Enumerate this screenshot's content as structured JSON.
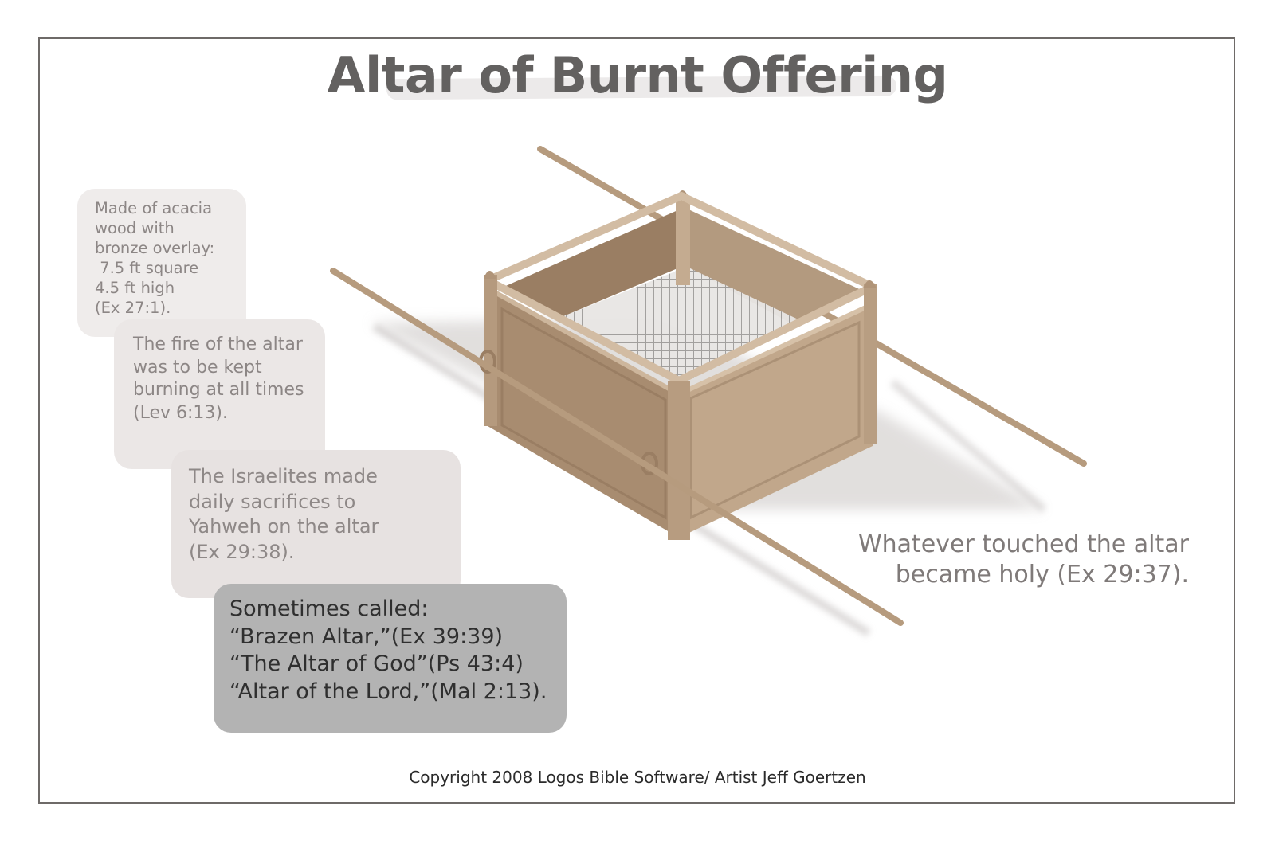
{
  "title": "Altar of Burnt Offering",
  "notes": {
    "material": [
      "Made of acacia",
      "wood with",
      "bronze overlay:",
      " 7.5 ft square",
      "4.5 ft high",
      "(Ex 27:1)."
    ],
    "fire": [
      "The fire of the altar",
      "was to be kept",
      "burning at all times",
      "(Lev 6:13)."
    ],
    "sacrifices": [
      "The Israelites made",
      "daily sacrifices to",
      "Yahweh on the altar",
      "(Ex 29:38)."
    ],
    "names": [
      "Sometimes called:",
      "“Brazen Altar,”(Ex 39:39)",
      "“The Altar of God”(Ps 43:4)",
      "“Altar of the Lord,”(Mal 2:13)."
    ]
  },
  "holy": [
    "Whatever touched the altar",
    "became holy (Ex 29:37)."
  ],
  "copyright": "Copyright 2008 Logos Bible Software/ Artist Jeff Goertzen",
  "colors": {
    "wood_light": "#c2a88c",
    "wood_mid": "#ae9275",
    "wood_dark": "#8f765c",
    "pole": "#b69b7e",
    "grate": "#a9a9a9"
  }
}
